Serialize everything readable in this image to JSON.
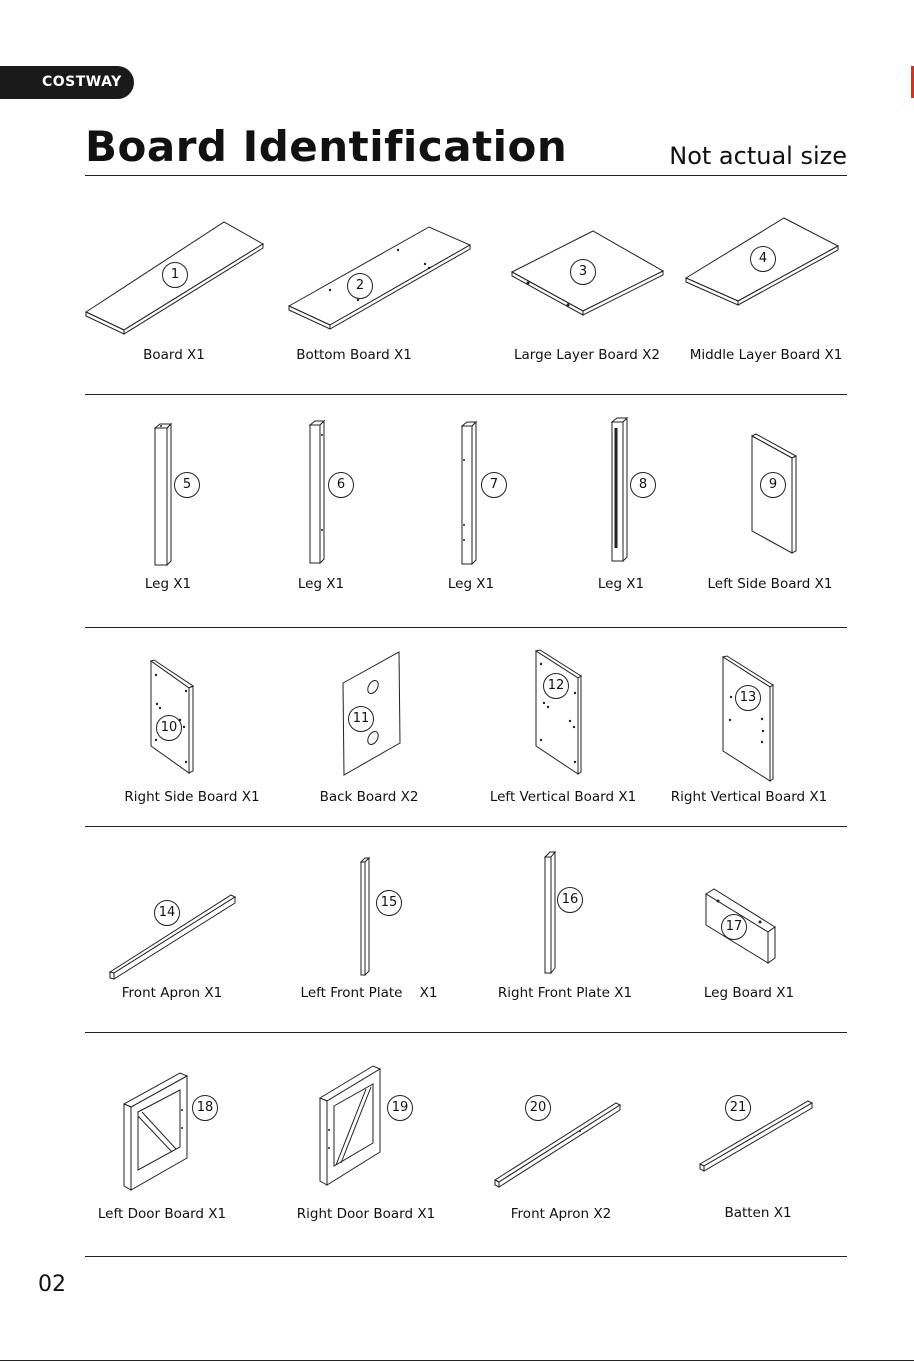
{
  "brand": "COSTWAY",
  "title": "Board Identification",
  "subtitle": "Not actual size",
  "page_number": "02",
  "parts": [
    {
      "num": "1",
      "label": "Board X1"
    },
    {
      "num": "2",
      "label": "Bottom Board X1"
    },
    {
      "num": "3",
      "label": "Large Layer Board X2"
    },
    {
      "num": "4",
      "label": "Middle Layer Board X1"
    },
    {
      "num": "5",
      "label": "Leg X1"
    },
    {
      "num": "6",
      "label": "Leg X1"
    },
    {
      "num": "7",
      "label": "Leg X1"
    },
    {
      "num": "8",
      "label": "Leg X1"
    },
    {
      "num": "9",
      "label": "Left Side Board X1"
    },
    {
      "num": "10",
      "label": "Right Side Board X1"
    },
    {
      "num": "11",
      "label": "Back Board X2"
    },
    {
      "num": "12",
      "label": "Left Vertical Board X1"
    },
    {
      "num": "13",
      "label": "Right Vertical Board X1"
    },
    {
      "num": "14",
      "label": "Front Apron X1"
    },
    {
      "num": "15",
      "label": "Left Front Plate    X1"
    },
    {
      "num": "16",
      "label": "Right Front Plate X1"
    },
    {
      "num": "17",
      "label": "Leg Board X1"
    },
    {
      "num": "18",
      "label": "Left Door Board X1"
    },
    {
      "num": "19",
      "label": "Right Door Board X1"
    },
    {
      "num": "20",
      "label": "Front Apron X2"
    },
    {
      "num": "21",
      "label": "Batten X1"
    }
  ]
}
